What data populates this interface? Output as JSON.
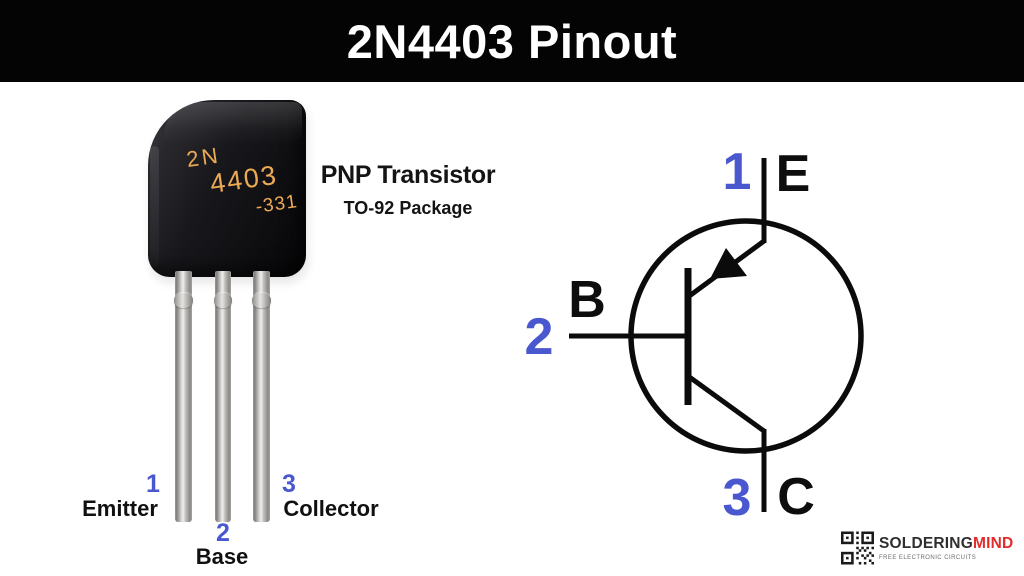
{
  "header": {
    "title": "2N4403 Pinout"
  },
  "package": {
    "markings": {
      "line1": "2N",
      "line2": "4403",
      "line3": "-331"
    },
    "type_label": "PNP Transistor",
    "package_label": "TO-92 Package",
    "pins": [
      {
        "number": "1",
        "name": "Emitter"
      },
      {
        "number": "2",
        "name": "Base"
      },
      {
        "number": "3",
        "name": "Collector"
      }
    ]
  },
  "schematic": {
    "pin1": {
      "number": "1",
      "letter": "E"
    },
    "pin2": {
      "number": "2",
      "letter": "B"
    },
    "pin3": {
      "number": "3",
      "letter": "C"
    }
  },
  "footer": {
    "brand_primary": "SOLDERING",
    "brand_accent": "MIND",
    "tagline": "FREE ELECTRONIC CIRCUITS"
  },
  "colors": {
    "header_bg": "#040404",
    "header_text": "#ffffff",
    "accent_blue": "#4a58d0",
    "marking_gold": "#edaa55",
    "brand_red": "#e32b2b",
    "schematic_stroke": "#0b0b0b"
  }
}
